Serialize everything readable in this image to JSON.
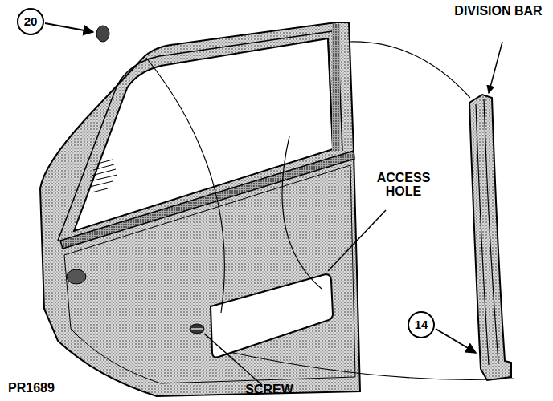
{
  "diagram": {
    "nodes": [
      {
        "text": [
          "20"
        ]
      },
      {
        "text": [
          "14"
        ]
      }
    ],
    "labels": [
      "DIVISION BAR",
      "ACCESS HOLE",
      "SCREW",
      "PR1689"
    ]
  }
}
